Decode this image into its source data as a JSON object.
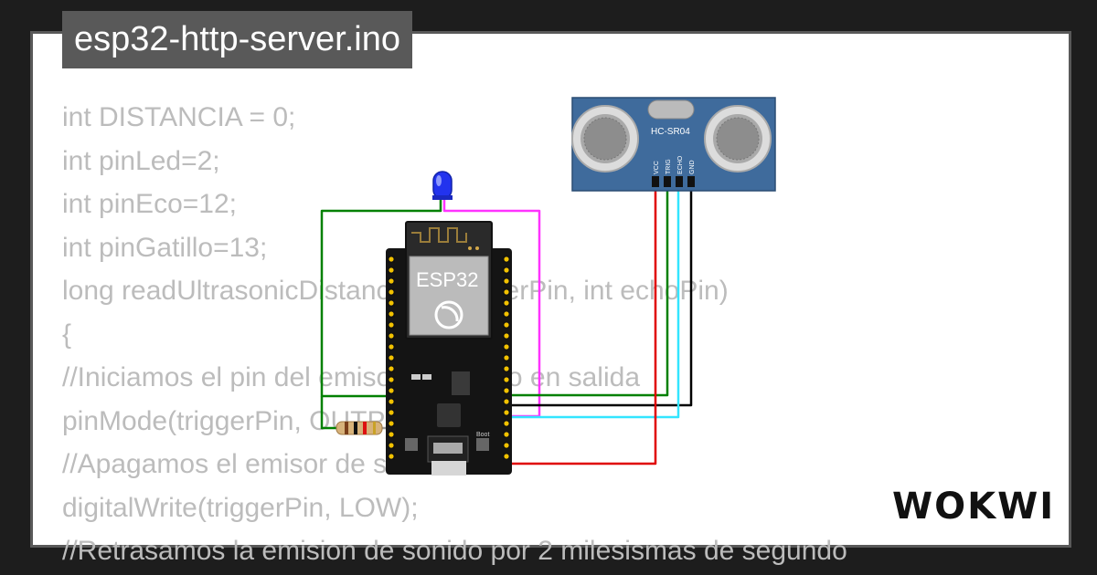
{
  "project": {
    "filename": "esp32-http-server.ino"
  },
  "code_lines": [
    "int DISTANCIA = 0;",
    "int pinLed=2;",
    "int pinEco=12;",
    "int pinGatillo=13;",
    "long readUltrasonicDistance(int triggerPin, int echoPin)",
    "{",
    "//Iniciamos el pin del emisor de reuido en salida",
    "pinMode(triggerPin, OUTPUT);",
    "//Apagamos el emisor de sonido",
    "digitalWrite(triggerPin, LOW);",
    "//Retrasamos la emision de sonido por 2 milesismas de segundo"
  ],
  "components": {
    "mcu_label": "ESP32",
    "sensor_label": "HC-SR04",
    "sensor_pins": [
      "VCC",
      "TRIG",
      "ECHO",
      "GND"
    ],
    "boot_label": "Boot"
  },
  "brand": {
    "logo_text": "WOKWI"
  },
  "colors": {
    "background": "#1d1d1d",
    "card": "#ffffff",
    "frame_border": "#595959",
    "code_text": "#bcbcbc",
    "wire_green": "#008000",
    "wire_magenta": "#ff33ff",
    "wire_red": "#e00000",
    "wire_cyan": "#33e5ff",
    "wire_black": "#000000",
    "sensor_board": "#3f6b9c",
    "led": "#2233ee"
  }
}
